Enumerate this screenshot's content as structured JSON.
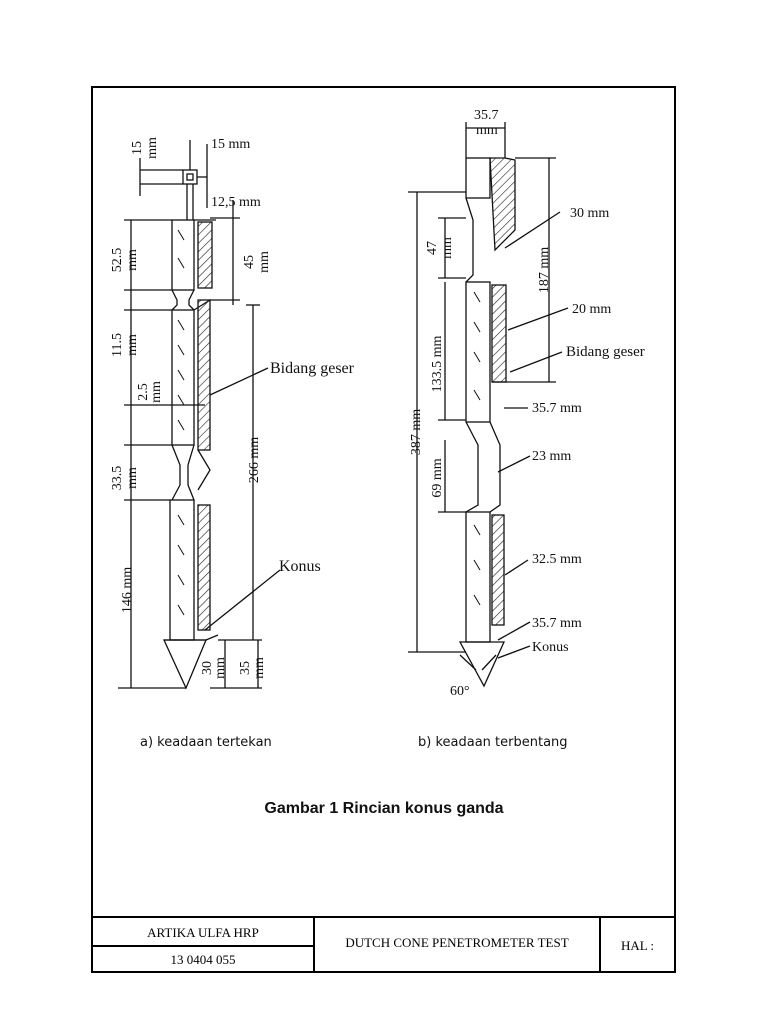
{
  "figure_a": {
    "labels": {
      "d15_top": "15",
      "d15_top_unit": "mm",
      "d15": "15 mm",
      "d12_5": "12,5 mm",
      "d52_5": "52.5",
      "d52_5_unit": "mm",
      "d45": "45",
      "d45_unit": "mm",
      "d11_5": "11.5",
      "d11_5_unit": "mm",
      "bidang": "Bidang geser",
      "d2_5": "2.5",
      "d2_5_unit": "mm",
      "d266": "266 mm",
      "d33_5": "33.5",
      "d33_5_unit": "mm",
      "konus": "Konus",
      "d146": "146 mm",
      "d30": "30",
      "d30_unit": "mm",
      "d35": "35",
      "d35_unit": "mm"
    },
    "caption": "a) keadaan tertekan"
  },
  "figure_b": {
    "labels": {
      "d35_7_top": "35.7",
      "d35_7_top_unit": "mm",
      "d30": "30 mm",
      "d47": "47",
      "d47_unit": "mm",
      "d187": "187 mm",
      "d20": "20 mm",
      "bidang": "Bidang geser",
      "d133_5": "133.5 mm",
      "d387": "387 mm",
      "d35_7_mid": "35.7 mm",
      "d23": "23 mm",
      "d69": "69 mm",
      "d32_5": "32.5 mm",
      "d35_7_low": "35.7 mm",
      "konus": "Konus",
      "angle": "60°"
    },
    "caption": "b) keadaan terbentang"
  },
  "figure_title": "Gambar 1 Rincian konus ganda",
  "title_block": {
    "author": "ARTIKA ULFA HRP",
    "id": "13 0404 055",
    "subject": "DUTCH CONE PENETROMETER TEST",
    "page_label": "HAL :"
  }
}
